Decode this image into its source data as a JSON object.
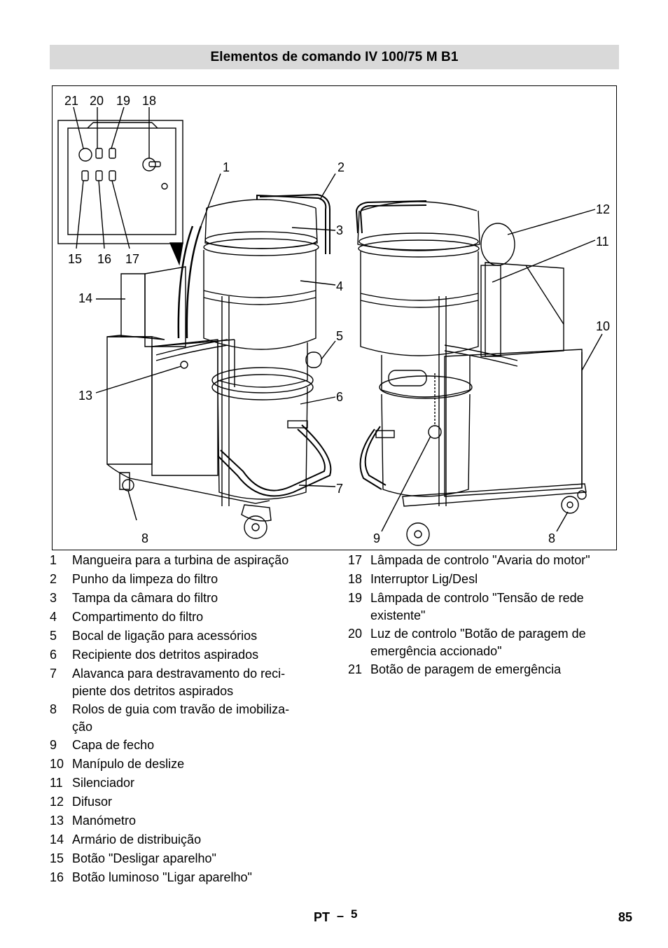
{
  "header": {
    "title": "Elementos de comando IV 100/75 M B1"
  },
  "figure": {
    "callouts": [
      "21",
      "20",
      "19",
      "18",
      "1",
      "2",
      "3",
      "4",
      "5",
      "6",
      "7",
      "8",
      "9",
      "8",
      "10",
      "11",
      "12",
      "13",
      "14",
      "15",
      "16",
      "17"
    ]
  },
  "legend_left": [
    {
      "num": "1",
      "lines": [
        "Mangueira para a turbina de aspiração"
      ]
    },
    {
      "num": "2",
      "lines": [
        "Punho da limpeza do filtro"
      ]
    },
    {
      "num": "3",
      "lines": [
        "Tampa da câmara do filtro"
      ]
    },
    {
      "num": "4",
      "lines": [
        "Compartimento do filtro"
      ]
    },
    {
      "num": "5",
      "lines": [
        "Bocal de ligação para acessórios"
      ]
    },
    {
      "num": "6",
      "lines": [
        "Recipiente dos detritos aspirados"
      ]
    },
    {
      "num": "7",
      "lines": [
        "Alavanca para destravamento do reci-",
        "piente dos detritos aspirados"
      ]
    },
    {
      "num": "8",
      "lines": [
        "Rolos de guia com travão de imobiliza-",
        "ção"
      ]
    },
    {
      "num": "9",
      "lines": [
        "Capa de fecho"
      ]
    },
    {
      "num": "10",
      "lines": [
        "Manípulo de deslize"
      ]
    },
    {
      "num": "11",
      "lines": [
        "Silenciador"
      ]
    },
    {
      "num": "12",
      "lines": [
        "Difusor"
      ]
    },
    {
      "num": "13",
      "lines": [
        "Manómetro"
      ]
    },
    {
      "num": "14",
      "lines": [
        "Armário de distribuição"
      ]
    },
    {
      "num": "15",
      "lines": [
        "Botão \"Desligar aparelho\""
      ]
    },
    {
      "num": "16",
      "lines": [
        "Botão luminoso \"Ligar aparelho\""
      ]
    }
  ],
  "legend_right": [
    {
      "num": "17",
      "lines": [
        "Lâmpada de controlo \"Avaria do motor\""
      ]
    },
    {
      "num": "18",
      "lines": [
        "Interruptor Lig/Desl"
      ]
    },
    {
      "num": "19",
      "lines": [
        "Lâmpada de controlo \"Tensão de rede",
        "existente\""
      ]
    },
    {
      "num": "20",
      "lines": [
        "Luz de controlo \"Botão de paragem de",
        "emergência accionado\""
      ]
    },
    {
      "num": "21",
      "lines": [
        "Botão de paragem de emergência"
      ]
    }
  ],
  "footer": {
    "lang": "PT",
    "sep": "–",
    "section_page": "5",
    "page_number": "85"
  }
}
